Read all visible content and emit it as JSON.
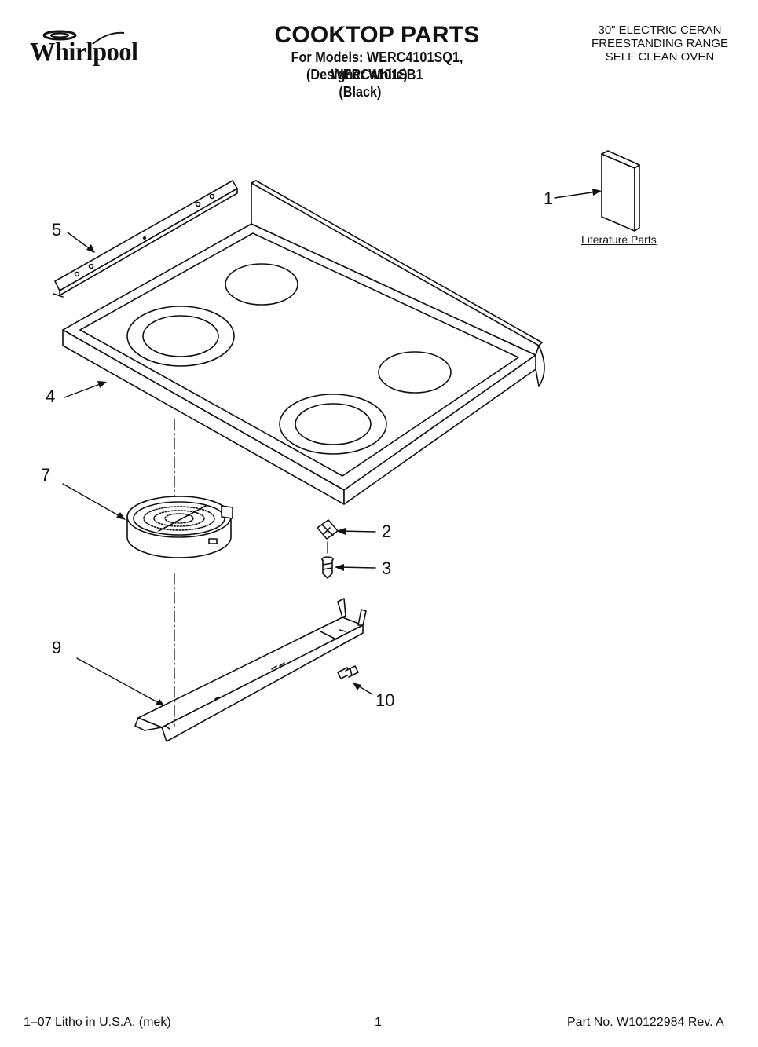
{
  "header": {
    "brand": "Whirlpool",
    "title": "COOKTOP PARTS",
    "models_line": "For Models: WERC4101SQ1, WERC4101SB1",
    "variant_white": "(Designer White)",
    "variant_black": "(Black)",
    "product_lines": [
      "30\" ELECTRIC CERAN",
      "FREESTANDING RANGE",
      "SELF CLEAN OVEN"
    ]
  },
  "diagram": {
    "literature_label": "Literature Parts",
    "callouts": [
      "1",
      "2",
      "3",
      "4",
      "5",
      "7",
      "9",
      "10"
    ]
  },
  "footer": {
    "left": "1–07 Litho in U.S.A. (mek)",
    "center": "1",
    "right": "Part No. W10122984 Rev. A"
  }
}
